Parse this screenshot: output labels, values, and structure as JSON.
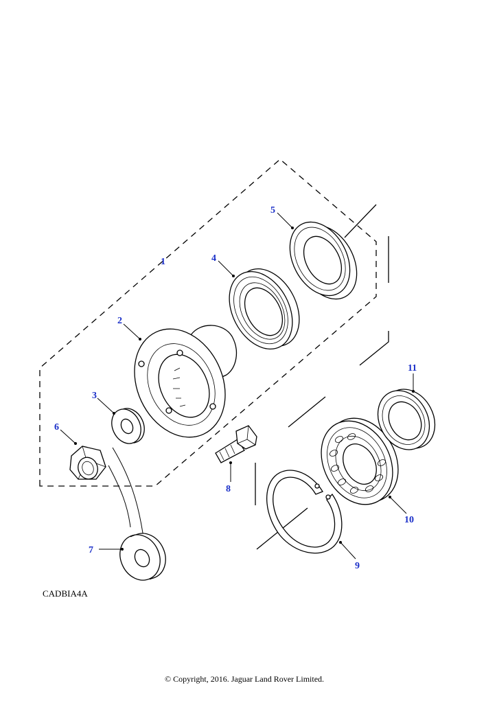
{
  "diagram": {
    "drawing_code": "CADBIA4A",
    "copyright": "© Copyright, 2016. Jaguar Land Rover Limited.",
    "label_color": "#1a2fc8",
    "line_color": "#000000",
    "callouts": {
      "c1": "1",
      "c2": "2",
      "c3": "3",
      "c4": "4",
      "c5": "5",
      "c6": "6",
      "c7": "7",
      "c8": "8",
      "c9": "9",
      "c10": "10",
      "c11": "11"
    }
  }
}
